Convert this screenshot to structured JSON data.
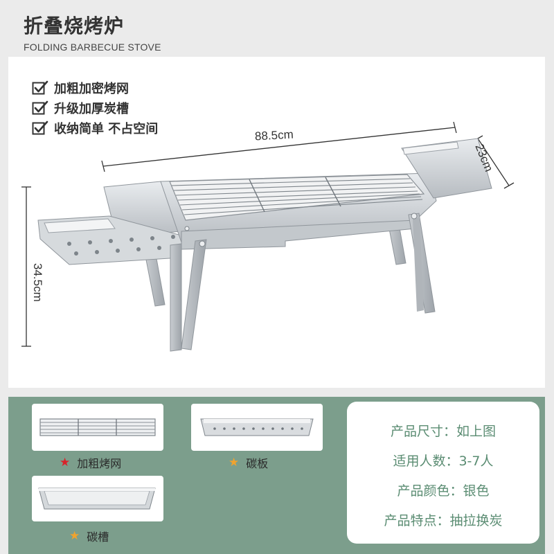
{
  "header": {
    "title_cn": "折叠烧烤炉",
    "title_en": "FOLDING BARBECUE STOVE"
  },
  "features": [
    {
      "text": "加粗加密烤网"
    },
    {
      "text": "升级加厚炭槽"
    },
    {
      "text": "收纳简单 不占空间"
    }
  ],
  "dimensions": {
    "width": "88.5cm",
    "depth": "23cm",
    "height": "34.5cm"
  },
  "accessories": [
    {
      "label": "加粗烤网",
      "icon": "star-icon",
      "star_color": "#d9232b"
    },
    {
      "label": "碳板",
      "icon": "star-icon",
      "star_color": "#f0a32e"
    },
    {
      "label": "碳槽",
      "icon": "star-icon",
      "star_color": "#f0a32e"
    }
  ],
  "specs": [
    {
      "text": "产品尺寸：如上图"
    },
    {
      "text": "适用人数：3-7人"
    },
    {
      "text": "产品颜色：银色"
    },
    {
      "text": "产品特点：抽拉换炭"
    }
  ],
  "colors": {
    "accent_green": "#7c9e8c",
    "spec_text": "#5a8c72",
    "background": "#ebebeb"
  }
}
